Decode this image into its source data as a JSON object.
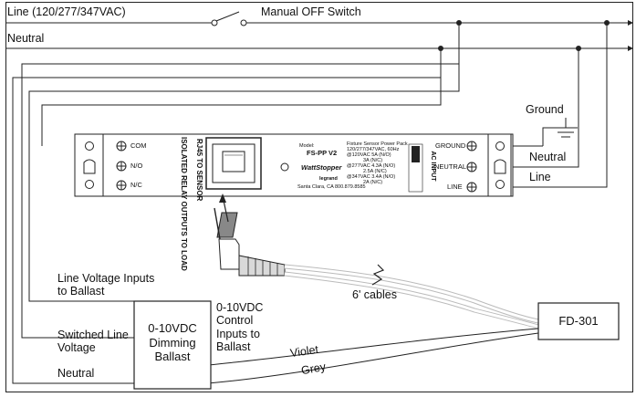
{
  "labels": {
    "line_supply": "Line (120/277/347VAC)",
    "manual_switch": "Manual OFF Switch",
    "neutral_supply": "Neutral",
    "ground": "Ground",
    "neutral_right": "Neutral",
    "line_right": "Line",
    "line_voltage_inputs": "Line Voltage Inputs to Ballast",
    "switched_line_voltage": "Switched Line Voltage",
    "neutral_bottom": "Neutral",
    "control_inputs": "0-10VDC Control Inputs to Ballast",
    "violet": "Violet",
    "grey": "Grey",
    "cables": "6' cables"
  },
  "ballast": {
    "label": "0-10VDC Dimming Ballast"
  },
  "fd301": {
    "label": "FD-301"
  },
  "power_pack": {
    "relay_terminals": [
      "COM",
      "N/O",
      "N/C"
    ],
    "relay_title": "ISOLATED RELAY OUTPUTS TO LOAD",
    "rj45_title": "RJ45 TO SENSOR",
    "model_label": "Model:",
    "model": "FS-PP V2",
    "brand": "WattStopper",
    "sub_brand": "legrand",
    "spec_title": "Fixture Sensor Power Pack",
    "spec_lines": [
      "120/277/347VAC, 60Hz",
      "@120VAC 5A (N/O)",
      "3A (N/C)",
      "@277VAC 4.3A (N/O)",
      "2.5A (N/C)",
      "@347VAC 3.4A (N/O)",
      "2A (N/C)"
    ],
    "address": "Santa Clara, CA 800.879.8585",
    "ac_input_title": "AC INPUT",
    "ac_terminals": [
      "GROUND",
      "NEUTRAL",
      "LINE"
    ]
  }
}
